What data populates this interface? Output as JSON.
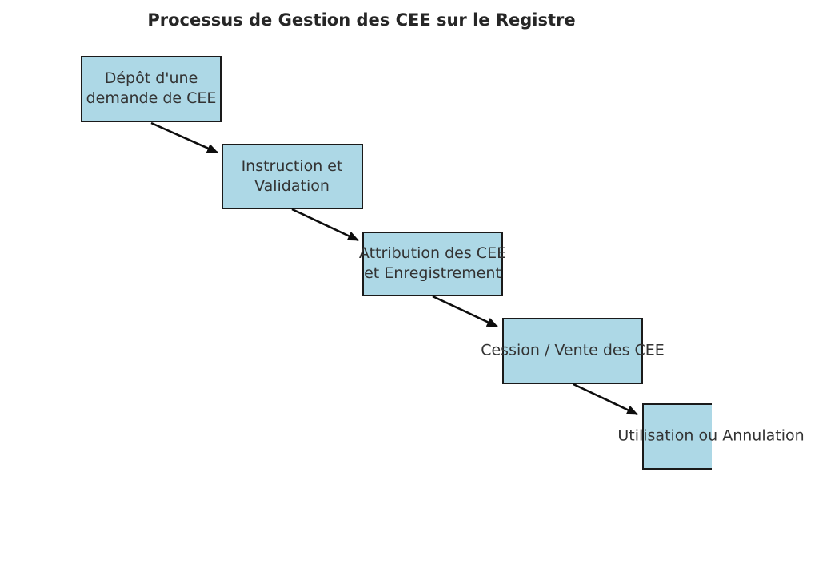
{
  "title": "Processus de Gestion des CEE sur le Registre",
  "flow": {
    "type": "process-flow",
    "direction": "top-left to bottom-right",
    "steps": [
      {
        "id": 1,
        "label": "Dépôt d'une\ndemande de CEE"
      },
      {
        "id": 2,
        "label": "Instruction et\nValidation"
      },
      {
        "id": 3,
        "label": "Attribution des CEE\net Enregistrement"
      },
      {
        "id": 4,
        "label": "Cession / Vente des CEE"
      },
      {
        "id": 5,
        "label": "Utilisation ou Annulation"
      }
    ],
    "connections": [
      {
        "from": 1,
        "to": 2
      },
      {
        "from": 2,
        "to": 3
      },
      {
        "from": 3,
        "to": 4
      },
      {
        "from": 4,
        "to": 5
      }
    ]
  },
  "colors": {
    "background": "#ffffff",
    "box_fill": "#ADD8E6",
    "box_border": "#1a1a1a",
    "label_text": "#333333",
    "title_text": "#262626",
    "arrow": "#0d0d0d"
  }
}
